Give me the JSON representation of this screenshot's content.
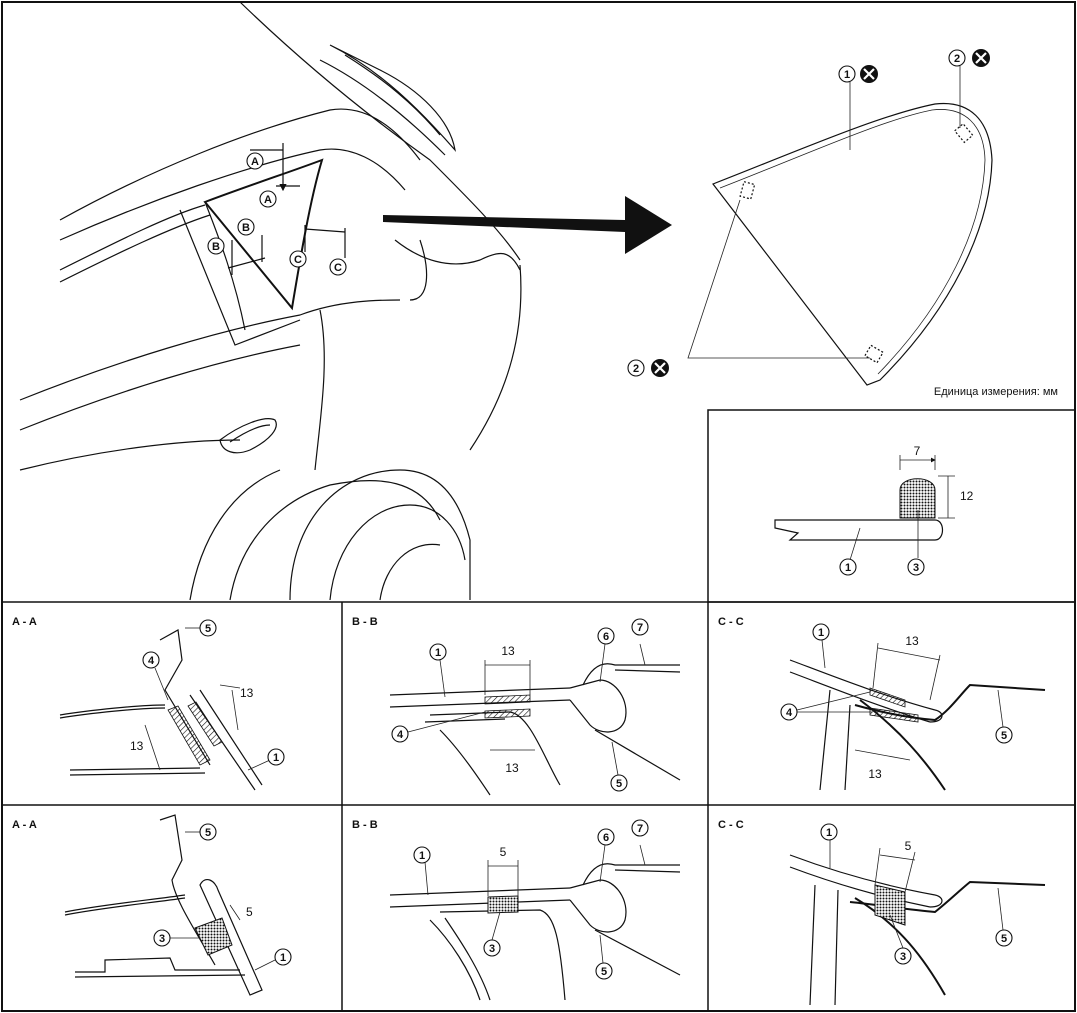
{
  "overview": {
    "callout_a": "A",
    "callout_b": "B",
    "callout_c": "C"
  },
  "glass": {
    "part1": "1",
    "part2_top": "2",
    "part2_left": "2",
    "unit_note": "Единица измерения: мм"
  },
  "detail": {
    "width": "7",
    "height": "12",
    "part1": "1",
    "part3": "3"
  },
  "sections": {
    "a_title": "A - A",
    "b_title": "B - B",
    "c_title": "C - C",
    "aa_top": {
      "dim1": "13",
      "dim2": "13",
      "p1": "1",
      "p4": "4",
      "p5": "5"
    },
    "bb_top": {
      "dim1": "13",
      "dim2": "13",
      "p1": "1",
      "p4": "4",
      "p5": "5",
      "p6": "6",
      "p7": "7"
    },
    "cc_top": {
      "dim1": "13",
      "dim2": "13",
      "p1": "1",
      "p4": "4",
      "p5": "5"
    },
    "aa_bot": {
      "dim": "5",
      "p1": "1",
      "p3": "3",
      "p5": "5"
    },
    "bb_bot": {
      "dim": "5",
      "p1": "1",
      "p3": "3",
      "p5": "5",
      "p6": "6",
      "p7": "7"
    },
    "cc_bot": {
      "dim": "5",
      "p1": "1",
      "p3": "3",
      "p5": "5"
    }
  }
}
